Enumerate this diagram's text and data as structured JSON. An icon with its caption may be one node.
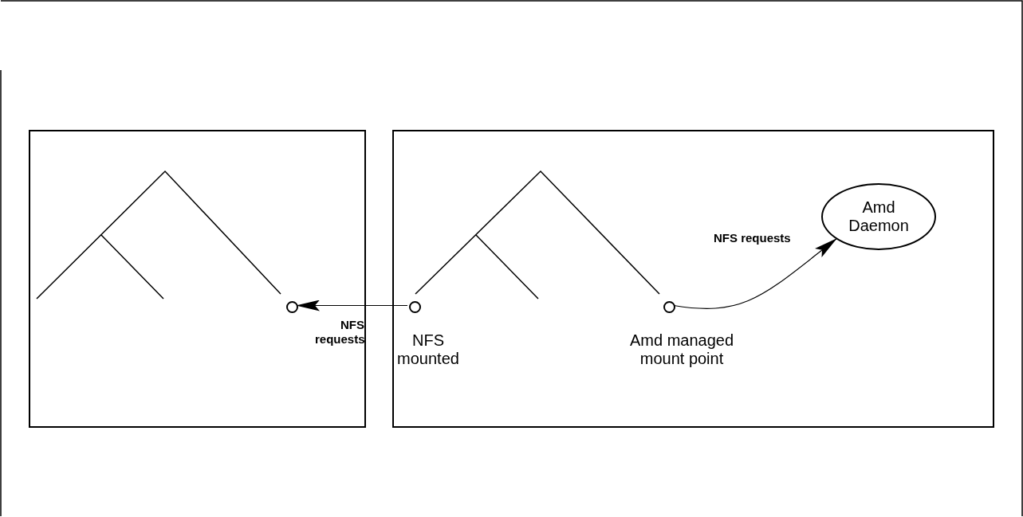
{
  "diagram": {
    "nodes": [
      {
        "text": [],
        "shape": "box"
      },
      {
        "text": [],
        "shape": "box"
      },
      {
        "text": [],
        "shape": "circle",
        "in": 0
      },
      {
        "text": [],
        "shape": "circle",
        "in": 1,
        "beside": [
          "NFS mounted"
        ]
      },
      {
        "text": [],
        "shape": "circle",
        "in": 1,
        "beside": [
          "Amd managed mount point"
        ]
      },
      {
        "text": [
          "Amd Daemon"
        ],
        "in": 1
      }
    ],
    "edges": [
      {
        "from": 3,
        "to": 2,
        "arrow": "to",
        "label": "NFS requests"
      },
      {
        "from": 4,
        "to": 5,
        "arrow": "to",
        "label": "NFS requests"
      }
    ]
  }
}
